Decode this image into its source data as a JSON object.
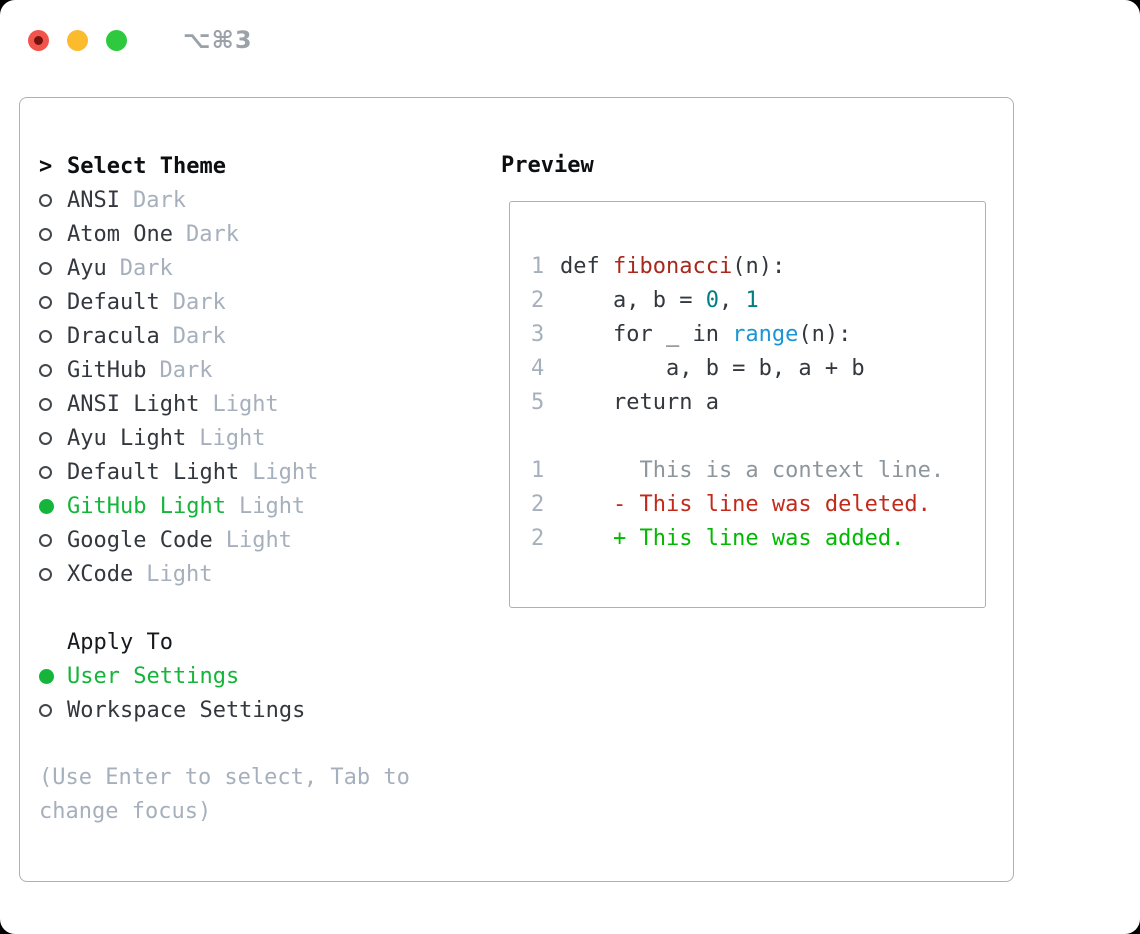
{
  "window": {
    "title": "⌥⌘3"
  },
  "traffic_lights": [
    {
      "name": "close",
      "color": "#f1544c",
      "dot": true
    },
    {
      "name": "minimize",
      "color": "#fcba2d",
      "dot": false
    },
    {
      "name": "zoom",
      "color": "#2fc93f",
      "dot": false
    }
  ],
  "theme_picker": {
    "cursor": ">",
    "header": "Select Theme",
    "items": [
      {
        "name": "ANSI",
        "variant": "Dark",
        "selected": false
      },
      {
        "name": "Atom One",
        "variant": "Dark",
        "selected": false
      },
      {
        "name": "Ayu",
        "variant": "Dark",
        "selected": false
      },
      {
        "name": "Default",
        "variant": "Dark",
        "selected": false
      },
      {
        "name": "Dracula",
        "variant": "Dark",
        "selected": false
      },
      {
        "name": "GitHub",
        "variant": "Dark",
        "selected": false
      },
      {
        "name": "ANSI Light",
        "variant": "Light",
        "selected": false
      },
      {
        "name": "Ayu Light",
        "variant": "Light",
        "selected": false
      },
      {
        "name": "Default Light",
        "variant": "Light",
        "selected": false
      },
      {
        "name": "GitHub Light",
        "variant": "Light",
        "selected": true
      },
      {
        "name": "Google Code",
        "variant": "Light",
        "selected": false
      },
      {
        "name": "XCode",
        "variant": "Light",
        "selected": false
      }
    ],
    "apply_to": {
      "header": "Apply To",
      "options": [
        {
          "label": "User Settings",
          "selected": true
        },
        {
          "label": "Workspace Settings",
          "selected": false
        }
      ]
    },
    "hint": "(Use Enter to select, Tab to change focus)"
  },
  "preview": {
    "header": "Preview",
    "code_lines": [
      {
        "ln": "1",
        "tokens": [
          {
            "text": "def ",
            "style": "plain"
          },
          {
            "text": "fibonacci",
            "style": "function"
          },
          {
            "text": "(n):",
            "style": "plain"
          }
        ]
      },
      {
        "ln": "2",
        "tokens": [
          {
            "text": "    a, b = ",
            "style": "plain"
          },
          {
            "text": "0",
            "style": "number"
          },
          {
            "text": ", ",
            "style": "plain"
          },
          {
            "text": "1",
            "style": "number"
          }
        ]
      },
      {
        "ln": "3",
        "tokens": [
          {
            "text": "    for _ in ",
            "style": "plain"
          },
          {
            "text": "range",
            "style": "builtin"
          },
          {
            "text": "(n):",
            "style": "plain"
          }
        ]
      },
      {
        "ln": "4",
        "tokens": [
          {
            "text": "        a, b = b, a + b",
            "style": "plain"
          }
        ]
      },
      {
        "ln": "5",
        "tokens": [
          {
            "text": "    return a",
            "style": "plain"
          }
        ]
      }
    ],
    "diff_lines": [
      {
        "ln": "1",
        "text": "      This is a context line.",
        "type": "context"
      },
      {
        "ln": "2",
        "text": "    - This line was deleted.",
        "type": "deleted"
      },
      {
        "ln": "2",
        "text": "    + This line was added.",
        "type": "added"
      }
    ]
  },
  "colors": {
    "text": "#33383e",
    "heading": "#0c0e10",
    "muted": "#a6b0bd",
    "context": "#8d969d",
    "border": "#a9b1bb",
    "selected_green": "#15b43a",
    "added_green": "#00b900",
    "deleted_red": "#c22a1c",
    "function_red": "#a7281d",
    "builtin_blue": "#1b96d3",
    "number_teal": "#008080",
    "title_gray": "#9aa1a8"
  }
}
